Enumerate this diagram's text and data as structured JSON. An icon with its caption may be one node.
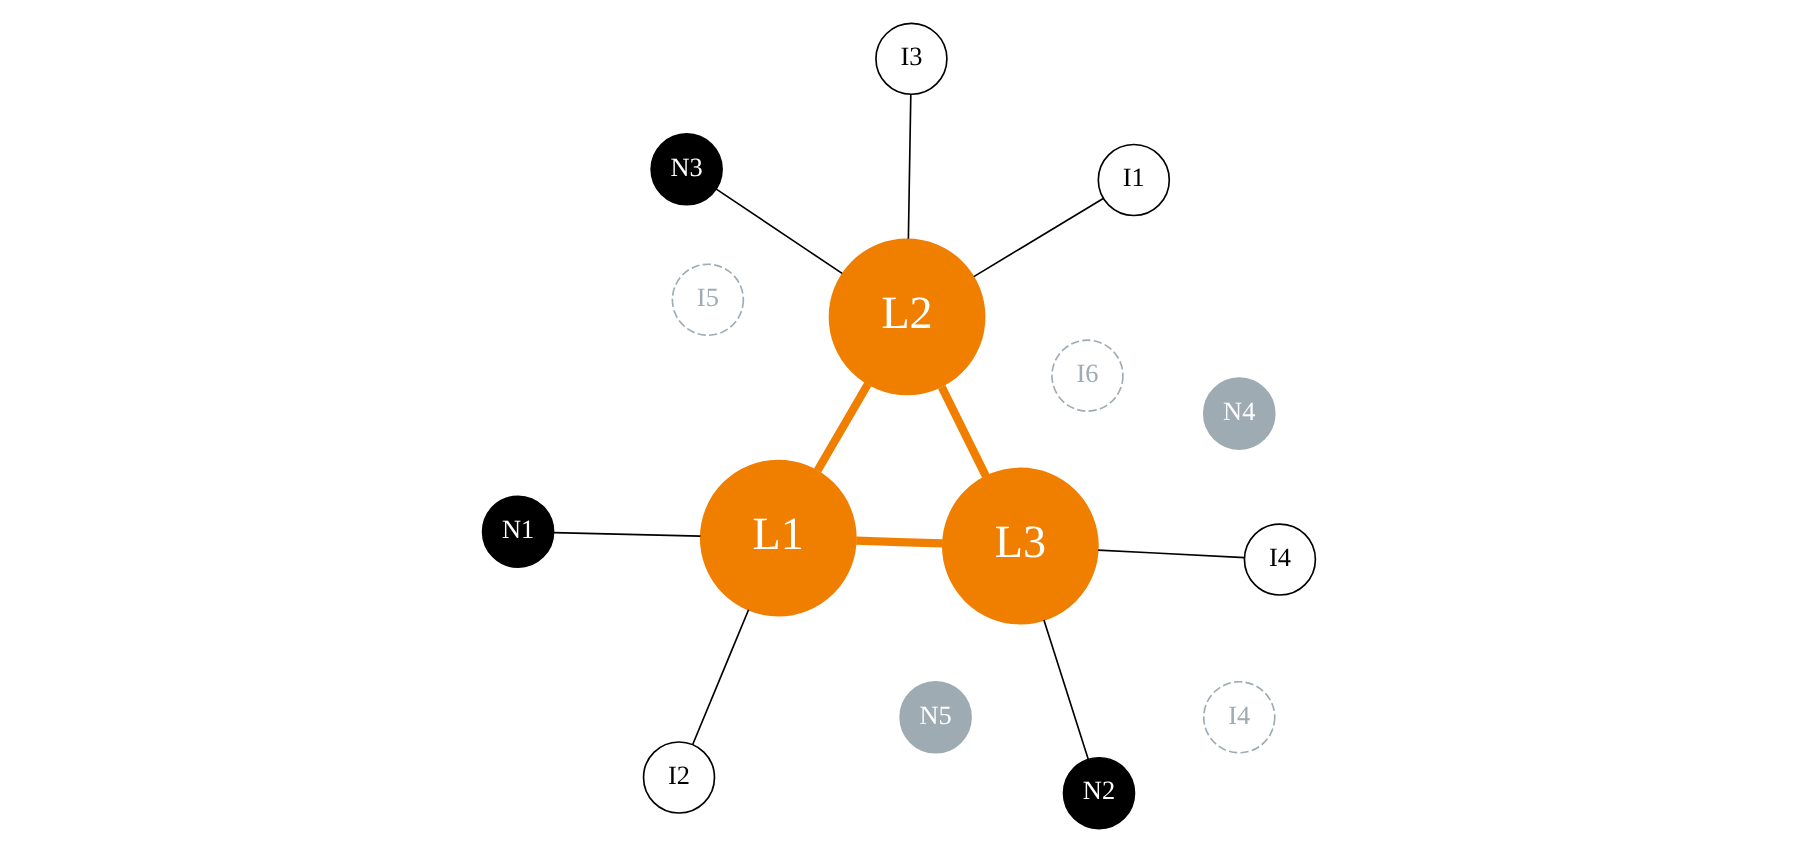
{
  "diagram": {
    "nodes": [
      {
        "text": [
          "N1"
        ]
      },
      {
        "text": [
          "I1"
        ]
      },
      {
        "text": [
          "I6"
        ]
      },
      {
        "text": [
          "I5"
        ]
      },
      {
        "text": [
          "I2"
        ]
      },
      {
        "text": [
          "L1"
        ]
      },
      {
        "text": [
          "L2"
        ]
      },
      {
        "text": [
          "I3"
        ]
      },
      {
        "text": [
          "N3"
        ]
      },
      {
        "text": [
          "N4"
        ]
      },
      {
        "text": [
          "N5"
        ]
      },
      {
        "text": [
          "I4"
        ]
      },
      {
        "text": [
          "L3"
        ]
      },
      {
        "text": [
          "I4"
        ]
      },
      {
        "text": [
          "N2"
        ]
      }
    ],
    "edges": [
      {
        "from": 0,
        "to": 5,
        "arrow": "none"
      },
      {
        "from": 4,
        "to": 5,
        "arrow": "none"
      },
      {
        "from": 1,
        "to": 6,
        "arrow": "none"
      },
      {
        "from": 6,
        "to": 8,
        "arrow": "none"
      },
      {
        "from": 6,
        "to": 7,
        "arrow": "none"
      },
      {
        "from": 11,
        "to": 12,
        "arrow": "none"
      },
      {
        "from": 14,
        "to": 12,
        "arrow": "none"
      },
      {
        "from": 5,
        "to": 6,
        "arrow": "none",
        "style": "thick",
        "color": "#f07f00"
      },
      {
        "from": 5,
        "to": 12,
        "arrow": "none",
        "style": "thick",
        "color": "#f07f00"
      },
      {
        "from": 6,
        "to": 12,
        "arrow": "none",
        "style": "thick",
        "color": "#f07f00"
      }
    ]
  }
}
